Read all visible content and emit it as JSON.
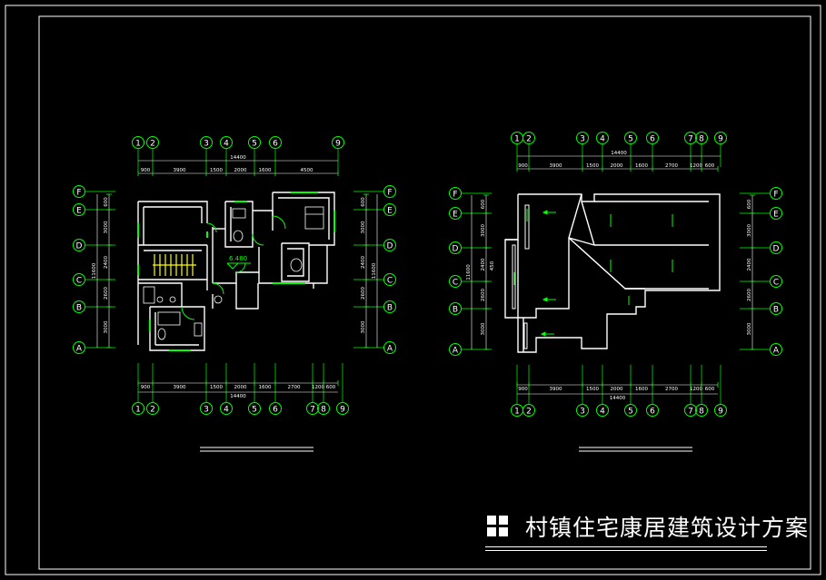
{
  "drawing": {
    "title": "村镇住宅康居建筑设计方案",
    "colors": {
      "background": "#000000",
      "frame": "#ffffff",
      "axis": "#00ff00",
      "wall": "#ffffff",
      "dim": "#ffffff",
      "stair": "#ffff00",
      "roof_arrow": "#00ff00"
    }
  },
  "left_plan": {
    "name": "floor-plan",
    "elevation_mark": "6.480",
    "top_bubbles": [
      "1",
      "2",
      "3",
      "4",
      "5",
      "6",
      "9"
    ],
    "bottom_bubbles": [
      "1",
      "2",
      "3",
      "4",
      "5",
      "6",
      "7",
      "8",
      "9"
    ],
    "row_bubbles": [
      "F",
      "E",
      "D",
      "C",
      "B",
      "A"
    ],
    "top_total": "14400",
    "bottom_total": "14400",
    "top_dims": [
      "900",
      "3900",
      "1500",
      "2000",
      "1600",
      "4500"
    ],
    "bottom_dims": [
      "900",
      "3900",
      "1500",
      "2000",
      "1600",
      "2700",
      "1200",
      "600"
    ],
    "left_dims": [
      "600",
      "3000",
      "2400",
      "2600",
      "3000"
    ],
    "left_total": "11600",
    "right_dims": [
      "600",
      "3000",
      "2400",
      "2600",
      "3000"
    ],
    "right_total": "11600"
  },
  "right_plan": {
    "name": "roof-plan",
    "top_bubbles": [
      "1",
      "2",
      "3",
      "4",
      "5",
      "6",
      "7",
      "8",
      "9"
    ],
    "bottom_bubbles": [
      "1",
      "2",
      "3",
      "4",
      "5",
      "6",
      "7",
      "8",
      "9"
    ],
    "row_bubbles": [
      "F",
      "E",
      "D",
      "C",
      "B",
      "A"
    ],
    "top_total": "14400",
    "bottom_total": "14400",
    "top_dims": [
      "900",
      "3900",
      "1500",
      "2000",
      "1600",
      "2700",
      "1200",
      "600"
    ],
    "bottom_dims": [
      "900",
      "3900",
      "1500",
      "2000",
      "1600",
      "2700",
      "1200",
      "600"
    ],
    "left_dims": [
      "600",
      "3000",
      "2400",
      "2600",
      "3000"
    ],
    "left_total": "11600",
    "right_dims": [
      "600",
      "3000",
      "2400",
      "2600",
      "3000"
    ],
    "left_extra": "450"
  }
}
